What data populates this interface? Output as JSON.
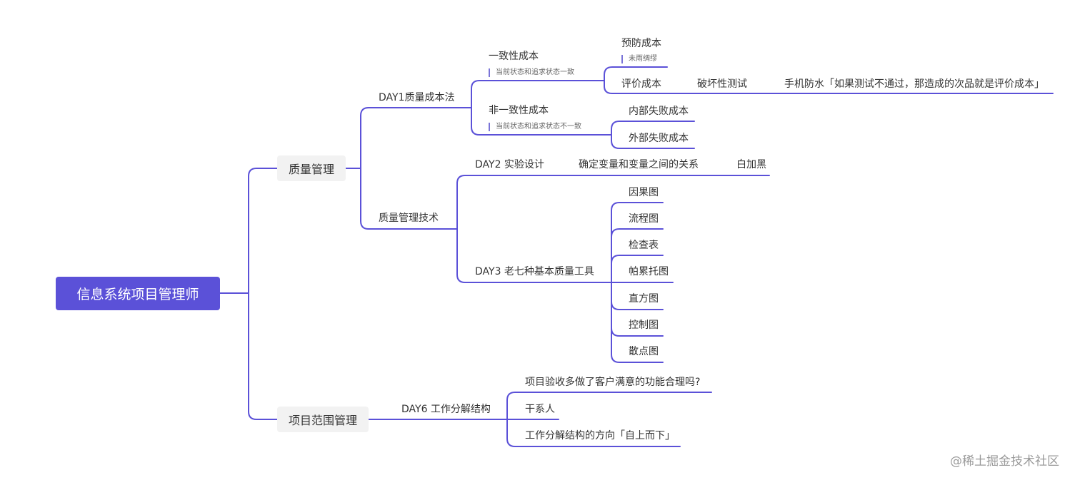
{
  "root": "信息系统项目管理师",
  "quality": {
    "label": "质量管理",
    "day1": {
      "label": "DAY1质量成本法",
      "conform": {
        "label": "一致性成本",
        "note": "当前状态和追求状态一致",
        "prevention": {
          "label": "预防成本",
          "note": "未雨绸缪"
        },
        "appraisal": {
          "label": "评价成本",
          "test": "破坏性测试",
          "example": "手机防水「如果测试不通过，那造成的次品就是评价成本」"
        }
      },
      "nonconform": {
        "label": "非一致性成本",
        "note": "当前状态和追求状态不一致",
        "internal": "内部失败成本",
        "external": "外部失败成本"
      }
    },
    "tech": {
      "label": "质量管理技术",
      "day2": {
        "label": "DAY2 实验设计",
        "detail": "确定变量和变量之间的关系",
        "sub": "白加黑"
      },
      "day3": {
        "label": "DAY3 老七种基本质量工具",
        "tools": [
          "因果图",
          "流程图",
          "检查表",
          "帕累托图",
          "直方图",
          "控制图",
          "散点图"
        ]
      }
    }
  },
  "scope": {
    "label": "项目范围管理",
    "day6": {
      "label": "DAY6 工作分解结构",
      "items": [
        "项目验收多做了客户满意的功能合理吗?",
        "干系人",
        "工作分解结构的方向「自上而下」"
      ]
    }
  },
  "watermark": "@稀土掘金技术社区",
  "colors": {
    "line": "#5b51d8",
    "root_fill": "#5b51d8",
    "box_fill": "#f2f2f2"
  }
}
